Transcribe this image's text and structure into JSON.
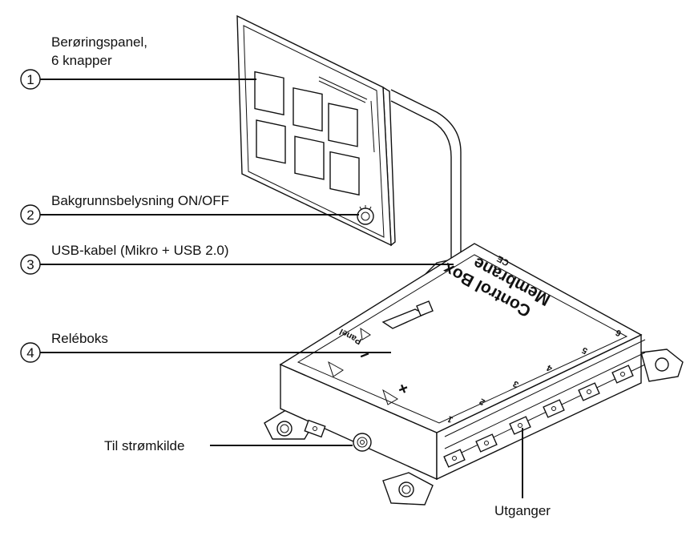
{
  "callouts": [
    {
      "number": "1",
      "label_line1": "Berøringspanel,",
      "label_line2": "6 knapper"
    },
    {
      "number": "2",
      "label": "Bakgrunnsbelysning ON/OFF"
    },
    {
      "number": "3",
      "label": "USB-kabel (Mikro + USB 2.0)"
    },
    {
      "number": "4",
      "label": "Reléboks"
    }
  ],
  "power_label": "Til strømkilde",
  "outputs_label": "Utganger",
  "box": {
    "brand_line1": "Membrane",
    "brand_line2": "Control Box",
    "ce_mark": "CE",
    "panel_port": "Panel",
    "minus": "−",
    "plus": "+",
    "output_numbers": [
      "1",
      "2",
      "3",
      "4",
      "5",
      "6"
    ]
  }
}
